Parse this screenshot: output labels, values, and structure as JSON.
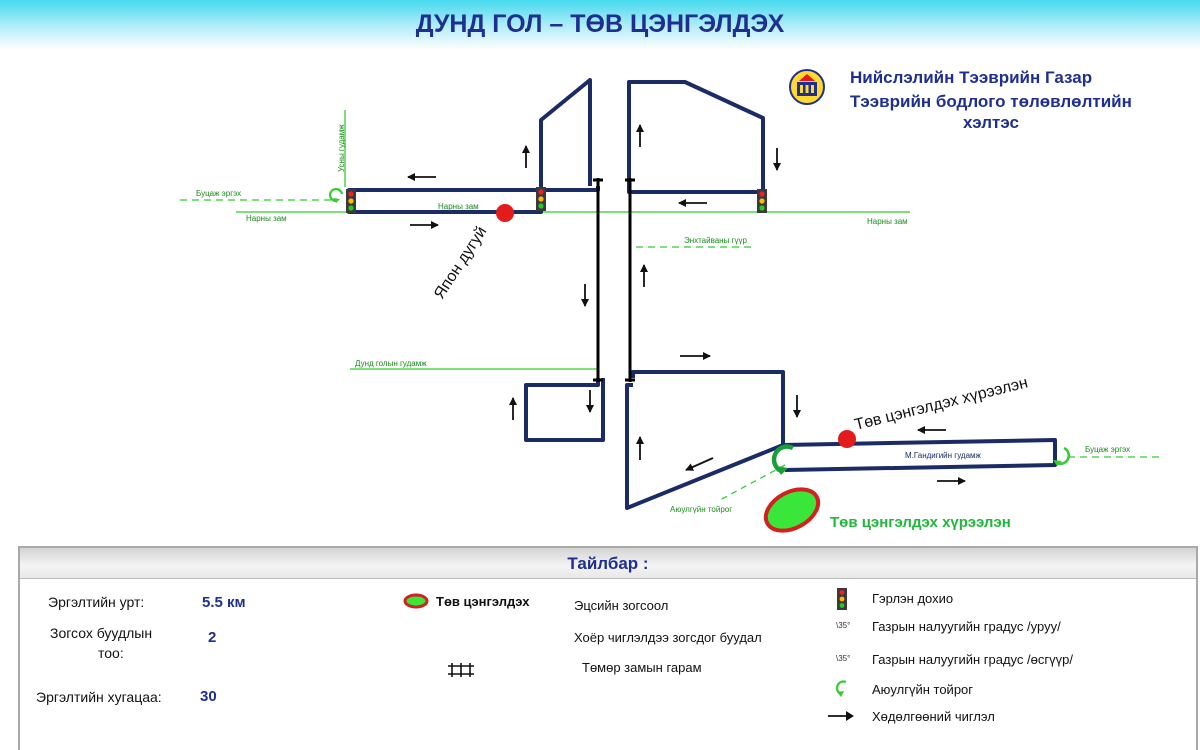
{
  "title": "ДУНД ГОЛ – ТӨВ ЦЭНГЭЛДЭХ",
  "agency": {
    "line1": "Нийслэлийн Тээврийн Газар",
    "line2": "Тээврийн бодлого төлөвлөлтийн",
    "line3": "хэлтэс"
  },
  "map_labels": {
    "buutsaj_left": "Буцаж эргэх",
    "naryn_left": "Нарны зам",
    "naryn_mid": "Нарны зам",
    "naryn_right": "Нарны зам",
    "usny_gudamj": "Усны гудамж",
    "enkh_taivan": "Энхтайваны гүүр",
    "dund_gol_gudamj": "Дунд голын гудамж",
    "yapon_dugui": "Япон дугуй",
    "tov_khureelen_top": "Төв цэнгэлдэх хүрээлэн",
    "m_gandi": "М.Гандигийн гудамж",
    "buutsaj_right": "Буцаж эргэх",
    "aiulgui_toirog": "Аюулгүйн тойрог",
    "tov_khureelen_bottom": "Төв цэнгэлдэх хүрээлэн"
  },
  "legend": {
    "title": "Тайлбар :",
    "route_length_label": "Эргэлтийн урт:",
    "route_length_value": "5.5 км",
    "stops_label_1": "Зогсох буудлын",
    "stops_label_2": "тоо:",
    "stops_value": "2",
    "duration_label": "Эргэлтийн хугацаа:",
    "duration_value": "30",
    "stadium": "Төв цэнгэлдэх",
    "end_stop": "Эцсийн зогсоол",
    "two_way_stop": "Хоёр чиглэлдээ зогсдог буудал",
    "rail_crossing": "Төмөр замын гарам",
    "traffic_light": "Гэрлэн дохио",
    "slope_down_mark": "\\35°",
    "slope_down": "Газрын налуугийн градус /уруу/",
    "slope_up_mark": "\\35°",
    "slope_up": "Газрын налуугийн градус /өсгүүр/",
    "safety_loop": "Аюулгүйн тойрог",
    "direction": "Хөдөлгөөний чиглэл"
  },
  "colors": {
    "route": "#1a2b66",
    "road": "#33cc33",
    "stop": "#e41b1b",
    "title": "#1f2f8f"
  }
}
